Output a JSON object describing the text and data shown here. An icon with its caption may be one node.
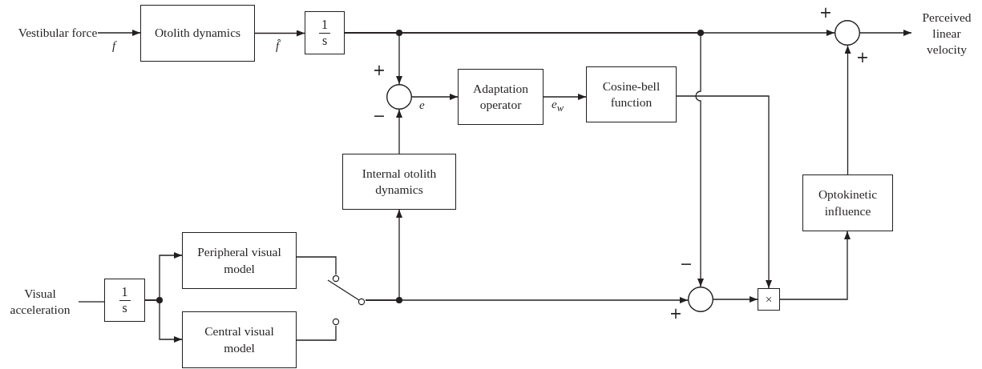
{
  "diagram": {
    "nodes": [
      {
        "text": [
          "Vestibular force"
        ]
      },
      {
        "text": [
          "Otolith dynamics"
        ]
      },
      {
        "text": [
          "1 s"
        ]
      },
      {
        "text": [],
        "shape": "circle"
      },
      {
        "text": [
          "Adaptation operator"
        ]
      },
      {
        "text": [
          "Cosine-bell function"
        ]
      },
      {
        "text": [
          "Internal otolith dynamics"
        ]
      },
      {
        "text": [],
        "shape": "circle"
      },
      {
        "text": [
          "Perceived linear velocity"
        ]
      },
      {
        "text": [
          "Optokinetic influence"
        ]
      },
      {
        "text": [
          "Visual acceleration"
        ]
      },
      {
        "text": [
          "1 s"
        ]
      },
      {
        "text": [
          "Peripheral visual model"
        ]
      },
      {
        "text": [
          "Central visual model"
        ]
      },
      {
        "text": [],
        "shape": "switch"
      },
      {
        "text": [],
        "shape": "circle"
      },
      {
        "text": [
          "×"
        ]
      }
    ],
    "edges": [
      {
        "from": 0,
        "to": 1,
        "arrow": "to",
        "label": "f"
      },
      {
        "from": 1,
        "to": 2,
        "arrow": "to",
        "label": "f̂"
      },
      {
        "from": 2,
        "to": 7,
        "arrow": "to"
      },
      {
        "from": 2,
        "to": 3,
        "arrow": "to"
      },
      {
        "from": 2,
        "to": 15,
        "arrow": "to"
      },
      {
        "from": 7,
        "to": 8,
        "arrow": "to"
      },
      {
        "from": 3,
        "to": 4,
        "arrow": "to",
        "label": "e"
      },
      {
        "from": 4,
        "to": 5,
        "arrow": "to",
        "label": "e$_{w}$"
      },
      {
        "from": 5,
        "to": 16,
        "arrow": "to"
      },
      {
        "from": 6,
        "to": 3,
        "arrow": "to"
      },
      {
        "from": 10,
        "to": 11,
        "arrow": "none"
      },
      {
        "from": 11,
        "to": 12,
        "arrow": "to"
      },
      {
        "from": 11,
        "to": 13,
        "arrow": "to"
      },
      {
        "from": 12,
        "to": 14,
        "arrow": "none"
      },
      {
        "from": 13,
        "to": 14,
        "arrow": "none"
      },
      {
        "from": 14,
        "to": 6,
        "arrow": "to"
      },
      {
        "from": 14,
        "to": 15,
        "arrow": "to"
      },
      {
        "from": 15,
        "to": 16,
        "arrow": "to"
      },
      {
        "from": 16,
        "to": 9,
        "arrow": "to"
      },
      {
        "from": 9,
        "to": 7,
        "arrow": "to"
      }
    ],
    "labels": [
      "+",
      "−",
      "+",
      "+",
      "−",
      "+"
    ]
  }
}
